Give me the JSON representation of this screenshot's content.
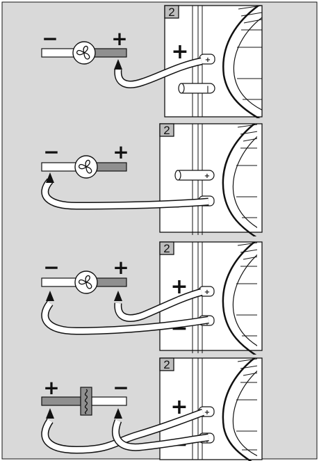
{
  "colors": {
    "background": "#d9d9d9",
    "frame": "#ffffff",
    "wire_dark": "#8f8f8f",
    "wire_light": "#ffffff",
    "outline": "#111111",
    "badge_fill": "#bdbdbd"
  },
  "panels": [
    {
      "badge": "2",
      "left_sign": "−",
      "right_sign": "+",
      "device_icon": "fan-icon",
      "terminal_signs": [
        "+"
      ],
      "terminal_marks": [
        "+",
        "|"
      ]
    },
    {
      "badge": "2",
      "left_sign": "−",
      "right_sign": "+",
      "device_icon": "fan-icon",
      "terminal_signs": [
        "−"
      ],
      "terminal_marks": [
        "+",
        "|"
      ]
    },
    {
      "badge": "2",
      "left_sign": "−",
      "right_sign": "+",
      "device_icon": "fan-icon",
      "terminal_signs": [
        "+",
        "−"
      ],
      "terminal_marks": [
        "+",
        "|"
      ]
    },
    {
      "badge": "2",
      "left_sign": "+",
      "right_sign": "−",
      "device_icon": "heater-coil-icon",
      "terminal_signs": [
        "+",
        "−"
      ],
      "terminal_marks": [
        "+",
        "|"
      ]
    }
  ]
}
